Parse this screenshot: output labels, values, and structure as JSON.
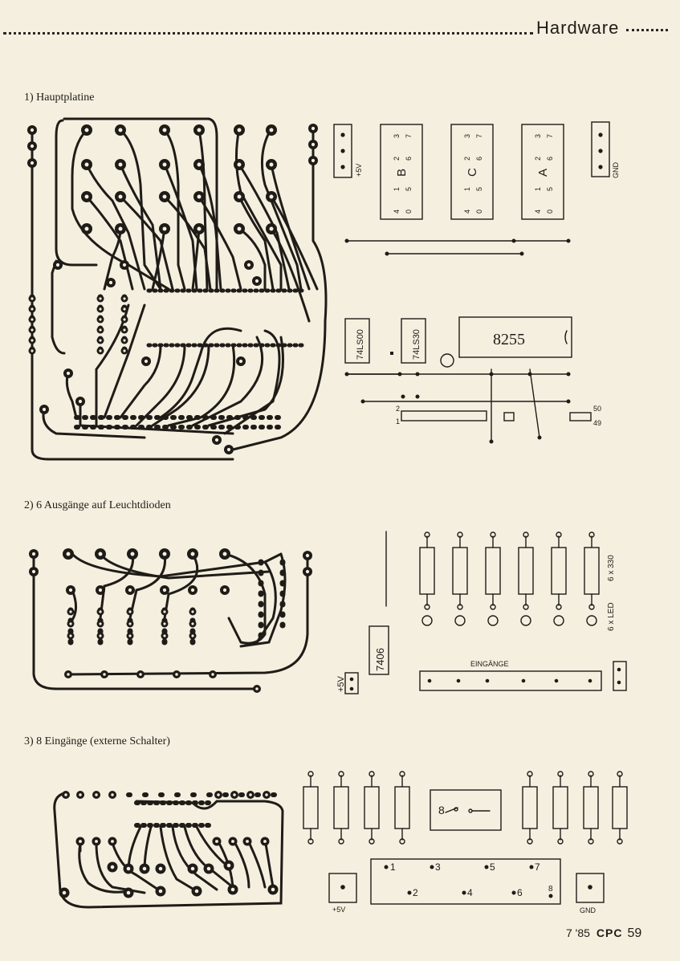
{
  "header": {
    "section": "Hardware"
  },
  "figures": {
    "fig1": {
      "title": "1) Hauptplatine",
      "labels": {
        "plus5v": "+5V",
        "gnd": "GND",
        "ic1": "74LS00",
        "ic2": "74LS30",
        "ic3": "8255",
        "sockets": [
          "B",
          "C",
          "A"
        ],
        "socket_pins_top": [
          "3",
          "2",
          "1",
          "4"
        ],
        "socket_pins_bottom": [
          "7",
          "6",
          "5",
          "0"
        ],
        "n2": "2",
        "n1": "1",
        "n50": "50",
        "n49": "49"
      }
    },
    "fig2": {
      "title": "2) 6 Ausgänge auf Leuchtdioden",
      "labels": {
        "resistors": "6 x 330",
        "leds": "6 x LED",
        "ic": "7406",
        "plus5v": "+5V",
        "inputs": "EINGÄNGE"
      }
    },
    "fig3": {
      "title": "3) 8 Eingänge (externe Schalter)",
      "labels": {
        "switch": "8",
        "plus5v": "+5V",
        "gnd": "GND",
        "pins": [
          "1",
          "3",
          "5",
          "7",
          "2",
          "4",
          "6",
          "8"
        ]
      }
    }
  },
  "footer": {
    "issue": "7 '85",
    "brand": "CPC",
    "page": "59"
  }
}
